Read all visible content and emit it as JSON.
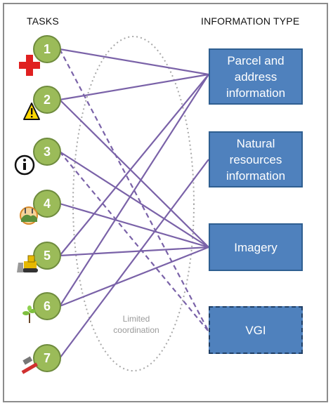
{
  "headers": {
    "tasks": "TASKS",
    "info_type": "INFORMATION TYPE"
  },
  "tasks": [
    {
      "number": "1",
      "icon": "red-cross-icon"
    },
    {
      "number": "2",
      "icon": "warning-sign-icon"
    },
    {
      "number": "3",
      "icon": "info-icon"
    },
    {
      "number": "4",
      "icon": "landscape-icon"
    },
    {
      "number": "5",
      "icon": "bulldozer-icon"
    },
    {
      "number": "6",
      "icon": "plant-icon"
    },
    {
      "number": "7",
      "icon": "hammer-icon"
    }
  ],
  "info_types": [
    {
      "label": "Parcel and\naddress\ninformation",
      "style": "solid"
    },
    {
      "label": "Natural\nresources\ninformation",
      "style": "solid"
    },
    {
      "label": "Imagery",
      "style": "solid"
    },
    {
      "label": "VGI",
      "style": "dashed"
    }
  ],
  "oval_label": {
    "line1": "Limited",
    "line2": "coordination"
  },
  "colors": {
    "line": "#7a62a8",
    "box_fill": "#4f81bd",
    "box_border": "#2f5f91",
    "task_fill": "#9bbb59",
    "oval": "#a8a8a8"
  },
  "links": [
    {
      "task": 1,
      "target": 0,
      "style": "solid"
    },
    {
      "task": 1,
      "target": 3,
      "style": "dashed"
    },
    {
      "task": 2,
      "target": 0,
      "style": "solid"
    },
    {
      "task": 2,
      "target": 2,
      "style": "solid"
    },
    {
      "task": 3,
      "target": 2,
      "style": "solid"
    },
    {
      "task": 3,
      "target": 3,
      "style": "dashed"
    },
    {
      "task": 4,
      "target": 2,
      "style": "solid"
    },
    {
      "task": 5,
      "target": 0,
      "style": "solid"
    },
    {
      "task": 5,
      "target": 2,
      "style": "solid"
    },
    {
      "task": 6,
      "target": 0,
      "style": "solid"
    },
    {
      "task": 6,
      "target": 2,
      "style": "solid"
    },
    {
      "task": 7,
      "target": 1,
      "style": "solid"
    }
  ]
}
